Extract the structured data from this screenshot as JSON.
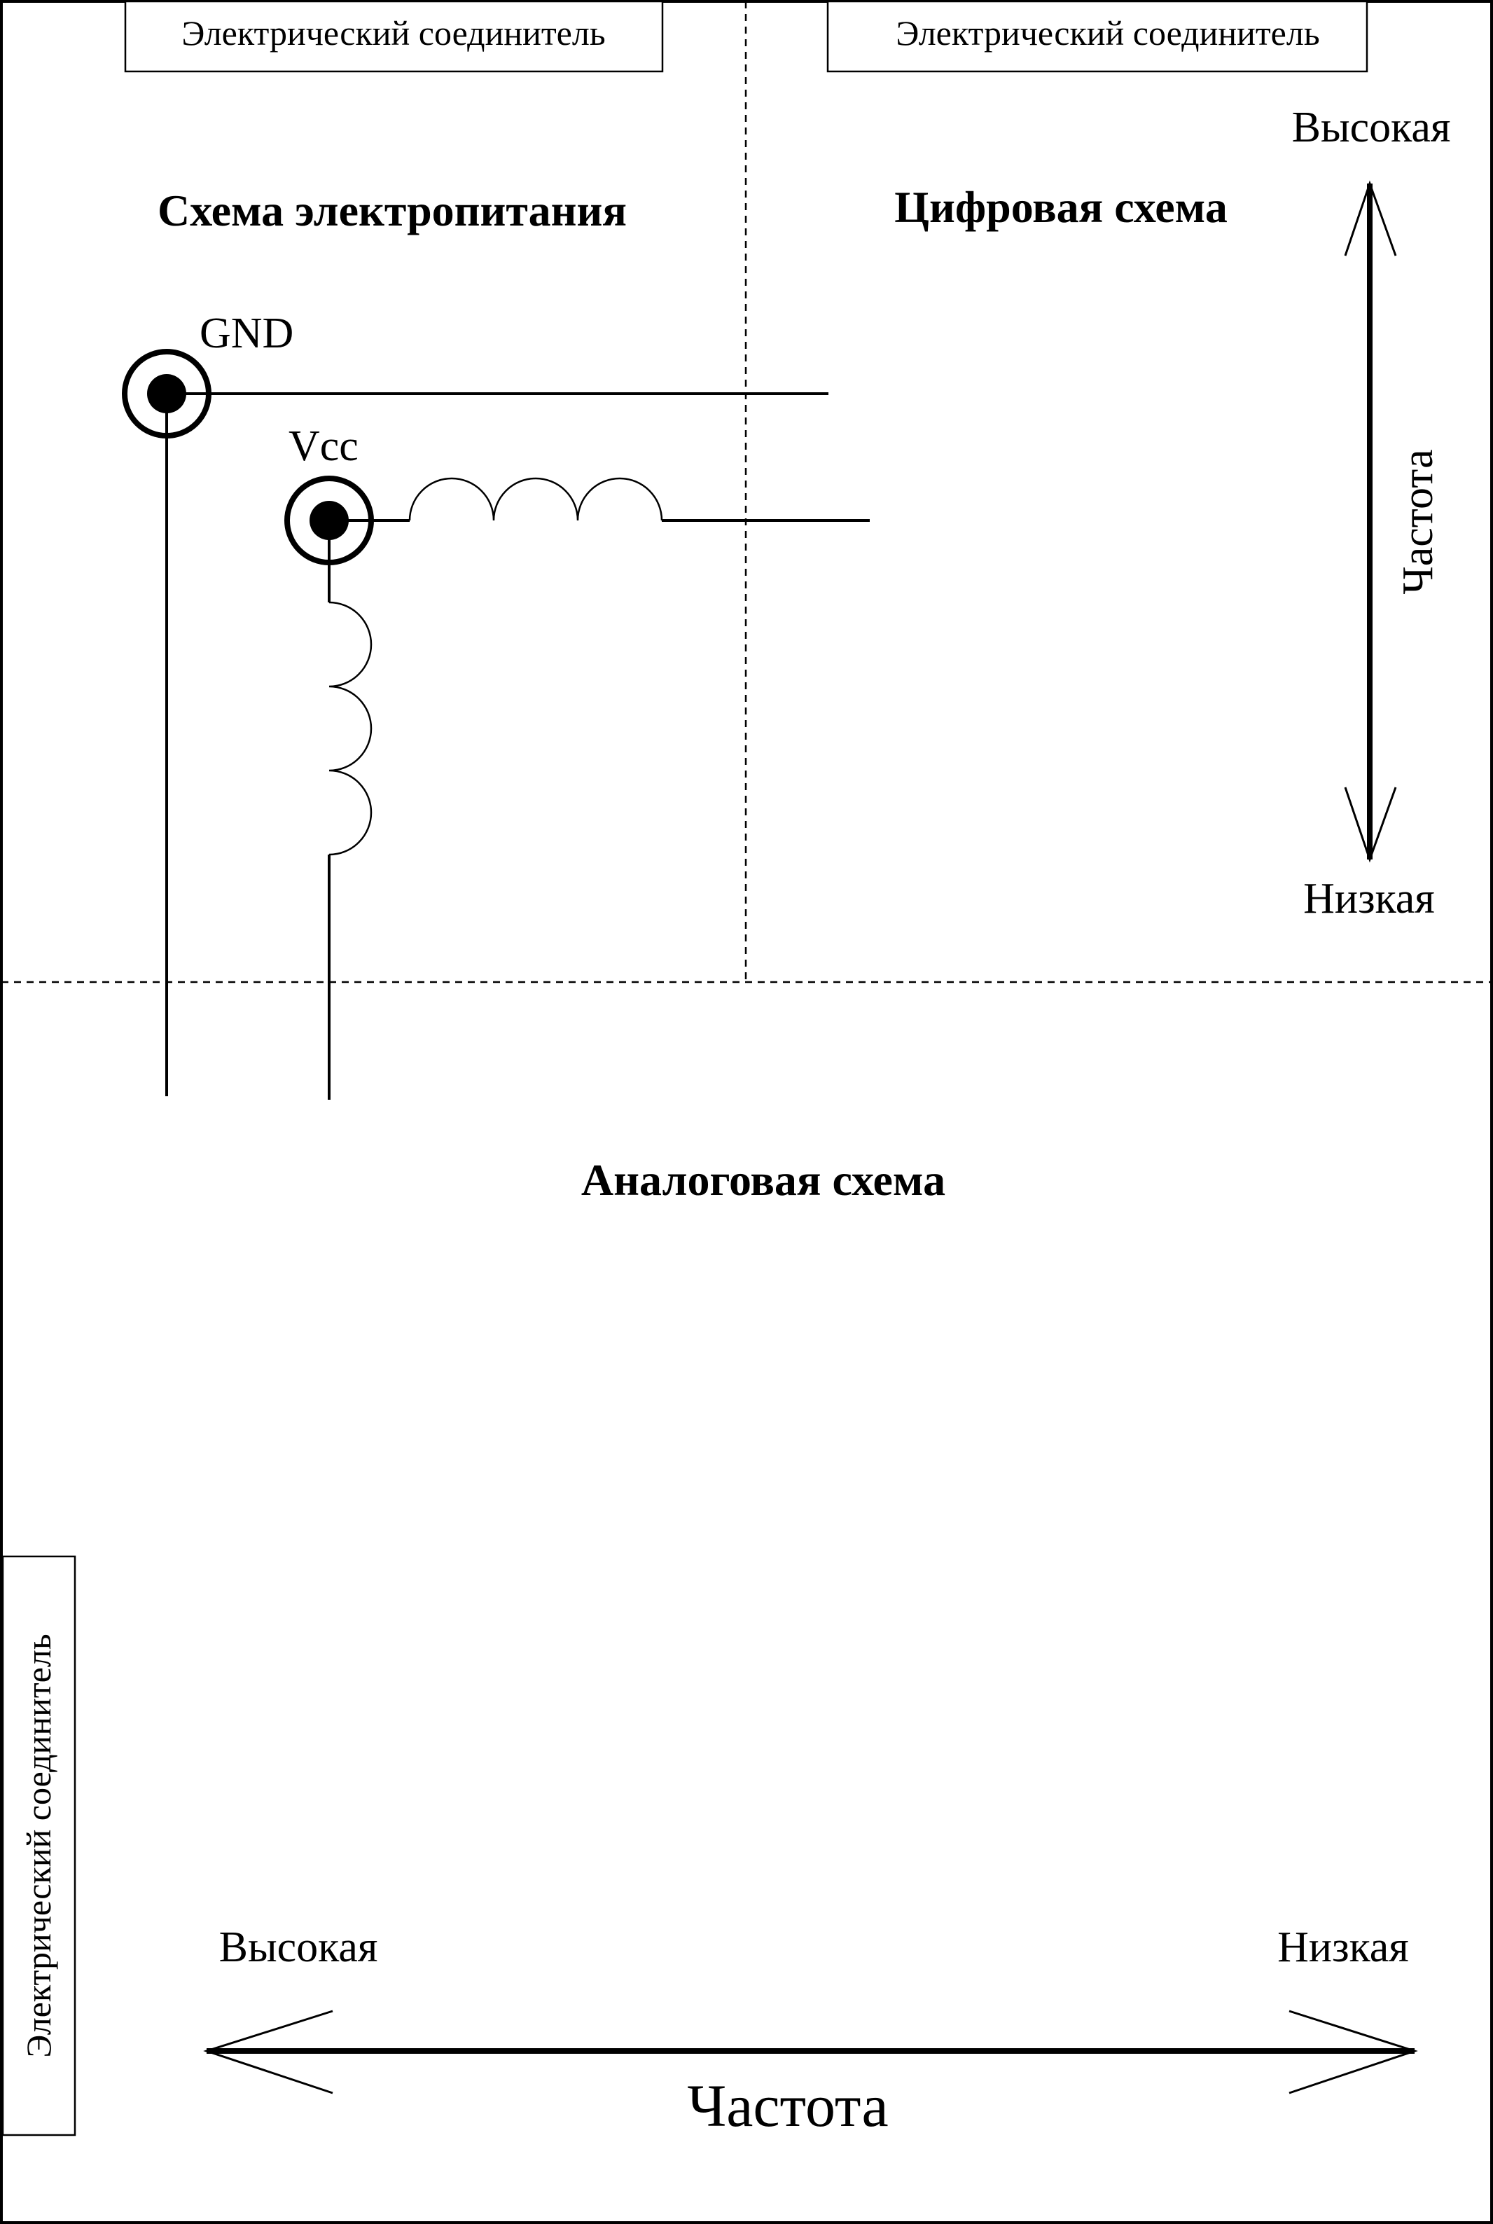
{
  "connectors": {
    "top_left": "Электрический соединитель",
    "top_right": "Электрический соединитель",
    "left_vertical": "Электрический соединитель"
  },
  "zones": {
    "power": "Схема электропитания",
    "digital": "Цифровая схема",
    "analog": "Аналоговая схема"
  },
  "pins": {
    "gnd": "GND",
    "vcc": "Vcc"
  },
  "vertical_frequency_axis": {
    "high": "Высокая",
    "low": "Низкая",
    "label": "Частота"
  },
  "horizontal_frequency_axis": {
    "high": "Высокая",
    "low": "Низкая",
    "label": "Частота"
  },
  "colors": {
    "ink": "#000000",
    "background": "#ffffff"
  }
}
